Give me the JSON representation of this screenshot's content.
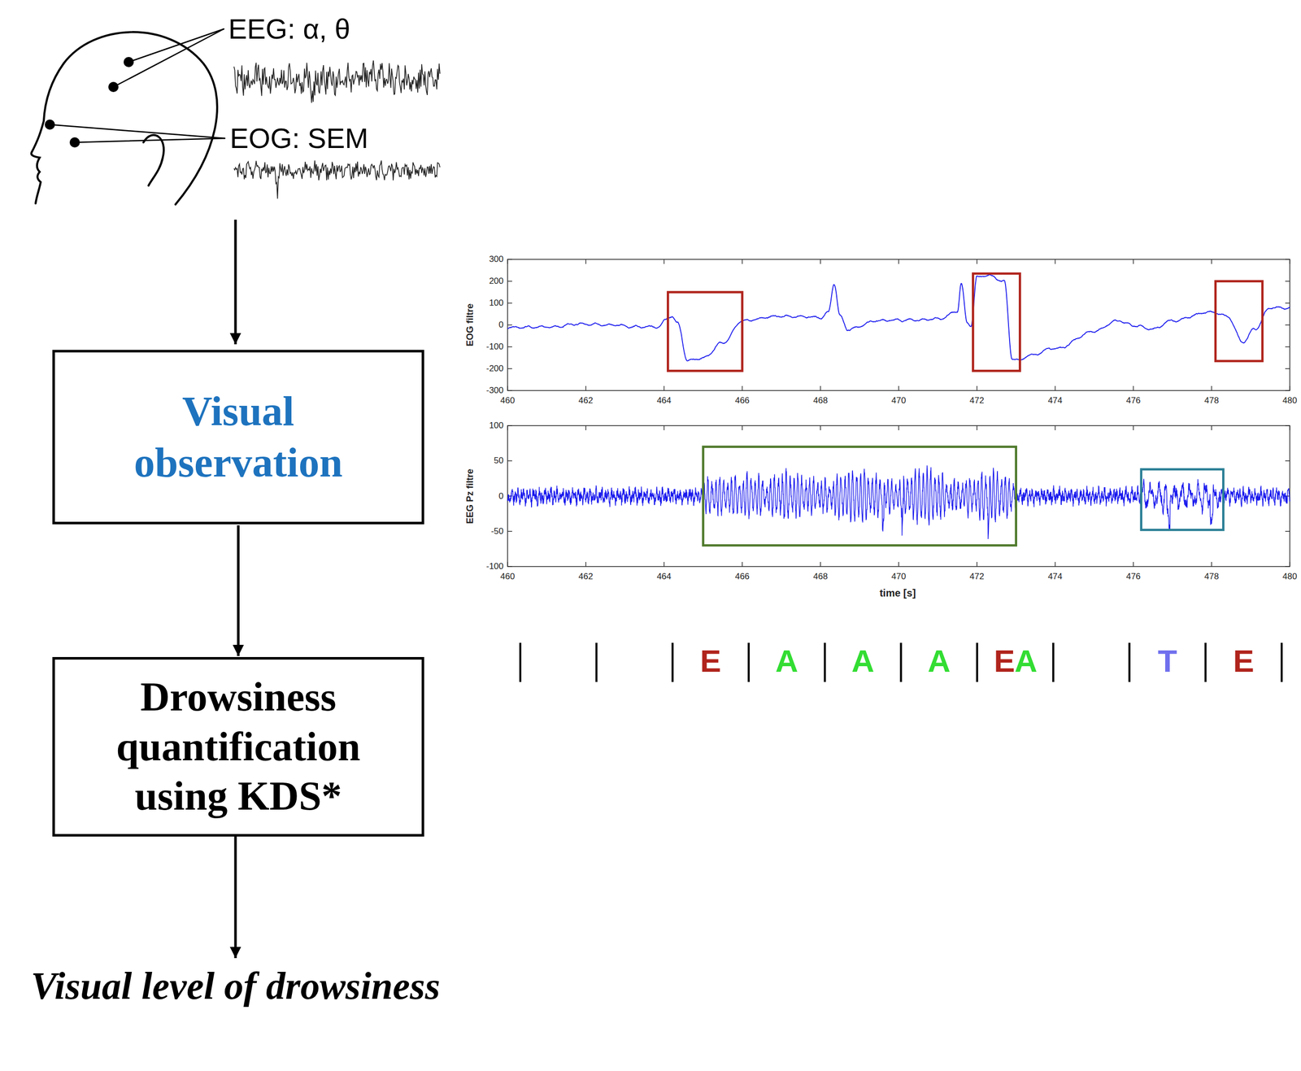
{
  "diagram": {
    "nodes": [
      {
        "text": [
          "Visual observation"
        ]
      },
      {
        "text": [
          "Drowsiness quantification using KDS*"
        ]
      }
    ],
    "edges": [
      {
        "from": 0,
        "to": 1,
        "arrow": "to"
      }
    ],
    "labels": [
      "EEG: α, θ",
      "EOG: SEM",
      "Visual level of drowsiness",
      "300",
      "200",
      "100",
      "0",
      "-100",
      "-200",
      "-300",
      "EOG filtre",
      "460",
      "462",
      "464",
      "466",
      "468",
      "470",
      "472",
      "474",
      "476",
      "478",
      "480",
      "100",
      "50",
      "0",
      "-50",
      "-100",
      "EEG Pz filtre",
      "460",
      "462",
      "464",
      "466",
      "468",
      "470",
      "472",
      "474",
      "476",
      "478",
      "480",
      "time [s]",
      "E",
      "A",
      "A",
      "A",
      "E",
      "A",
      "T",
      "E"
    ]
  }
}
